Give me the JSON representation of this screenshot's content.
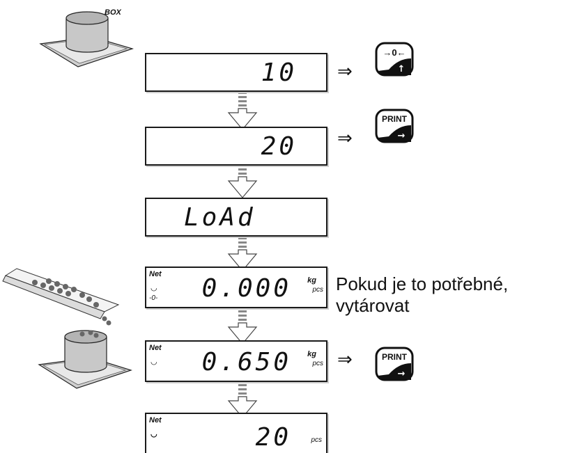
{
  "box_label": "BOX",
  "displays": [
    {
      "value": "10"
    },
    {
      "value": "20"
    },
    {
      "value": "LoAd"
    },
    {
      "value": "0.000",
      "net": "Net",
      "zero": "-0-",
      "unit_kg": "kg",
      "unit_pcs": "pcs"
    },
    {
      "value": "0.650",
      "net": "Net",
      "unit_kg": "kg",
      "unit_pcs": "pcs"
    },
    {
      "value": "20",
      "net": "Net",
      "unit_pcs": "pcs"
    }
  ],
  "implies_symbol": "⇒",
  "keys": {
    "zero_key": {
      "top": "→0←",
      "bottom": "↑"
    },
    "print_key": {
      "top": "PRINT",
      "bottom": "→"
    }
  },
  "note": {
    "line1": "Pokud je to potřebné,",
    "line2": "vytárovat"
  }
}
